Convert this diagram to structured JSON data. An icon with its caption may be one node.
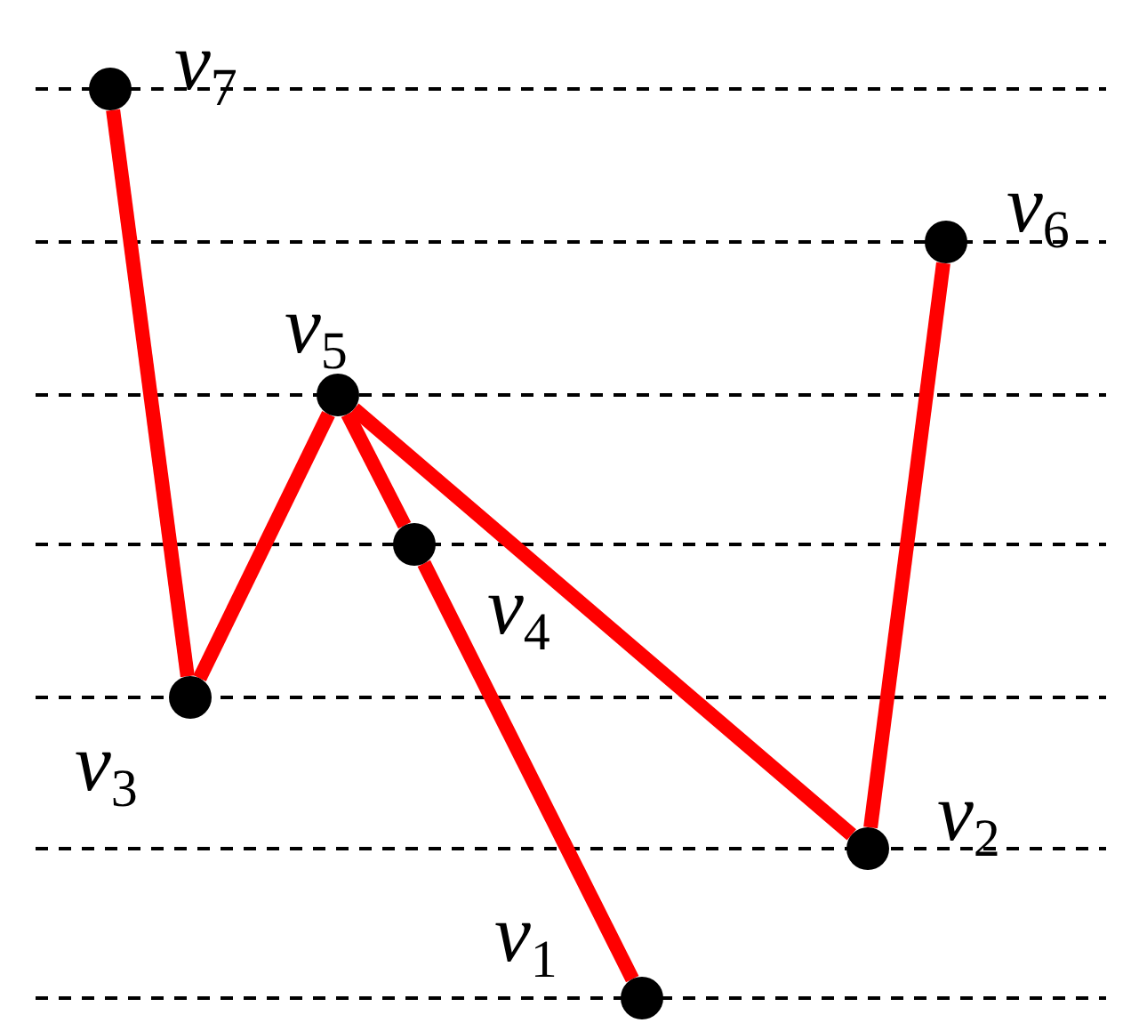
{
  "diagram": {
    "nodes": [
      {
        "text": [],
        "shape": "circle",
        "beside": [
          "v$_{7}$"
        ]
      },
      {
        "text": [],
        "shape": "circle",
        "beside": [
          "v$_{6}$"
        ]
      },
      {
        "text": [],
        "shape": "circle",
        "beside": [
          "v$_{5}$"
        ]
      },
      {
        "text": [],
        "shape": "circle",
        "beside": [
          "v$_{4}$"
        ]
      },
      {
        "text": [],
        "shape": "circle",
        "beside": [
          "v$_{3}$"
        ]
      },
      {
        "text": [],
        "shape": "circle",
        "beside": [
          "v$_{2}$"
        ]
      },
      {
        "text": [],
        "shape": "circle",
        "beside": [
          "v$_{1}$"
        ]
      }
    ],
    "edges": [
      {
        "from": 0,
        "to": 4,
        "arrow": "none"
      },
      {
        "from": 4,
        "to": 2,
        "arrow": "none"
      },
      {
        "from": 2,
        "to": 3,
        "arrow": "none"
      },
      {
        "from": 3,
        "to": 6,
        "arrow": "none"
      },
      {
        "from": 2,
        "to": 5,
        "arrow": "none"
      },
      {
        "from": 5,
        "to": 1,
        "arrow": "none"
      }
    ]
  }
}
